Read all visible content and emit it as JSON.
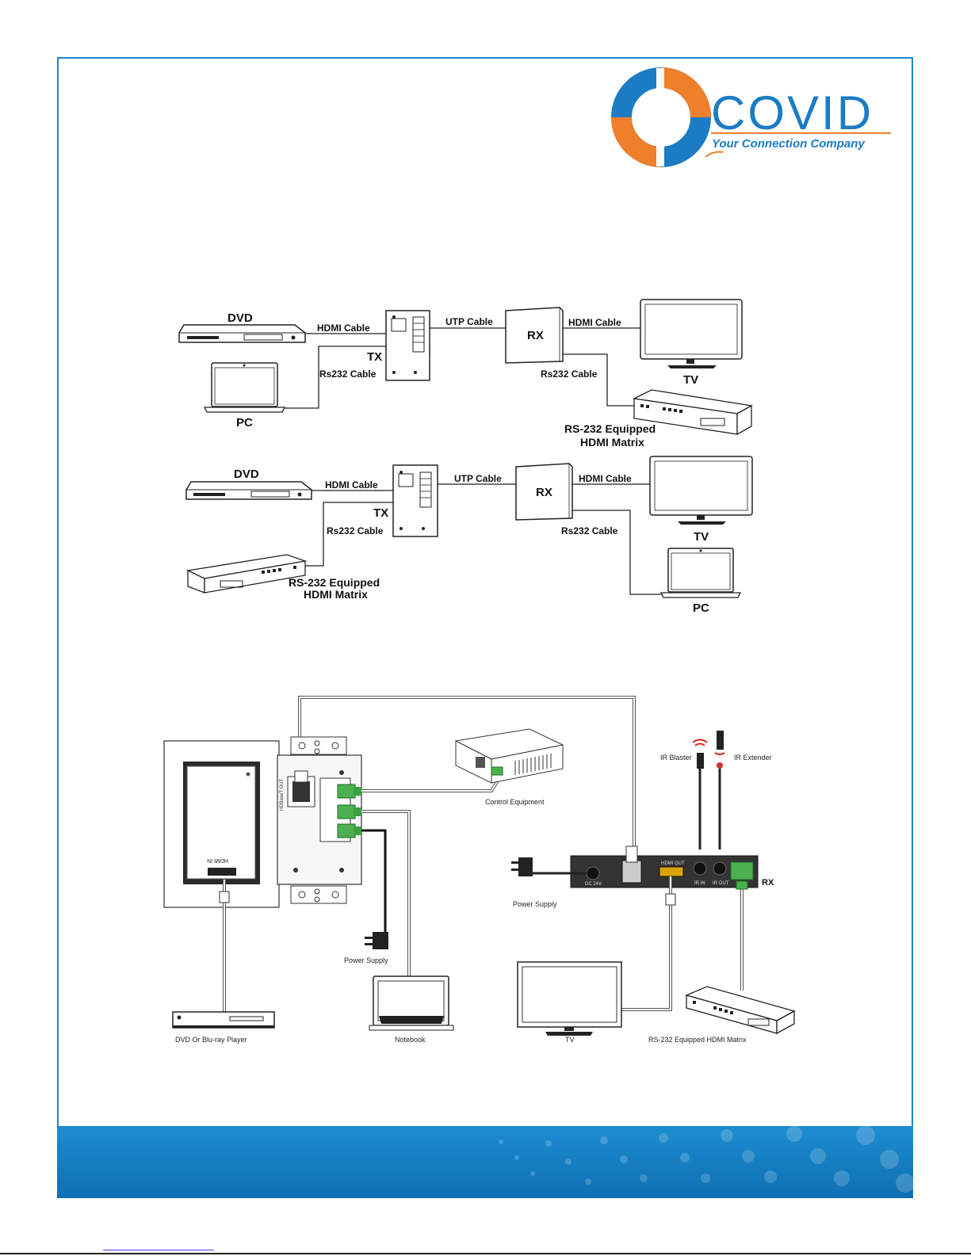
{
  "logo": {
    "brand": "COVID",
    "tagline": "Your Connection Company",
    "colors": {
      "blue": "#1b7cc3",
      "orange": "#f07f2c"
    }
  },
  "diagram1": {
    "source": "DVD",
    "hdmi_in": "HDMI Cable",
    "tx": "TX",
    "rs232_left": "Rs232 Cable",
    "pc": "PC",
    "utp": "UTP Cable",
    "rx": "RX",
    "hdmi_out": "HDMI Cable",
    "tv": "TV",
    "rs232_right": "Rs232 Cable",
    "matrix_line1": "RS-232 Equipped",
    "matrix_line2": "HDMI Matrix"
  },
  "diagram2": {
    "source": "DVD",
    "hdmi_in": "HDMI Cable",
    "tx": "TX",
    "rs232_left": "Rs232 Cable",
    "matrix_line1": "RS-232 Equipped",
    "matrix_line2": "HDMI Matrix",
    "utp": "UTP Cable",
    "rx": "RX",
    "hdmi_out": "HDMI Cable",
    "tv": "TV",
    "rs232_right": "Rs232 Cable",
    "pc": "PC"
  },
  "diagram3": {
    "hdmi_in_port": "HDMI IN",
    "poe_port": "HDBaseT OUT",
    "control_equipment": "Control Equipment",
    "power_supply_tx": "Power Supply",
    "ir_blaster": "IR Blaster",
    "ir_extender": "IR Extender",
    "power_supply_rx": "Power Supply",
    "rx": "RX",
    "rx_hdmi_out": "HDMI OUT",
    "rx_ir_in": "IR IN",
    "rx_ir_out": "IR OUT",
    "dc_label": "DC 24V",
    "dvd_player": "DVD Or Blu-ray Player",
    "notebook": "Notebook",
    "tv": "TV",
    "matrix": "RS-232 Equipped HDMI Matrix"
  }
}
